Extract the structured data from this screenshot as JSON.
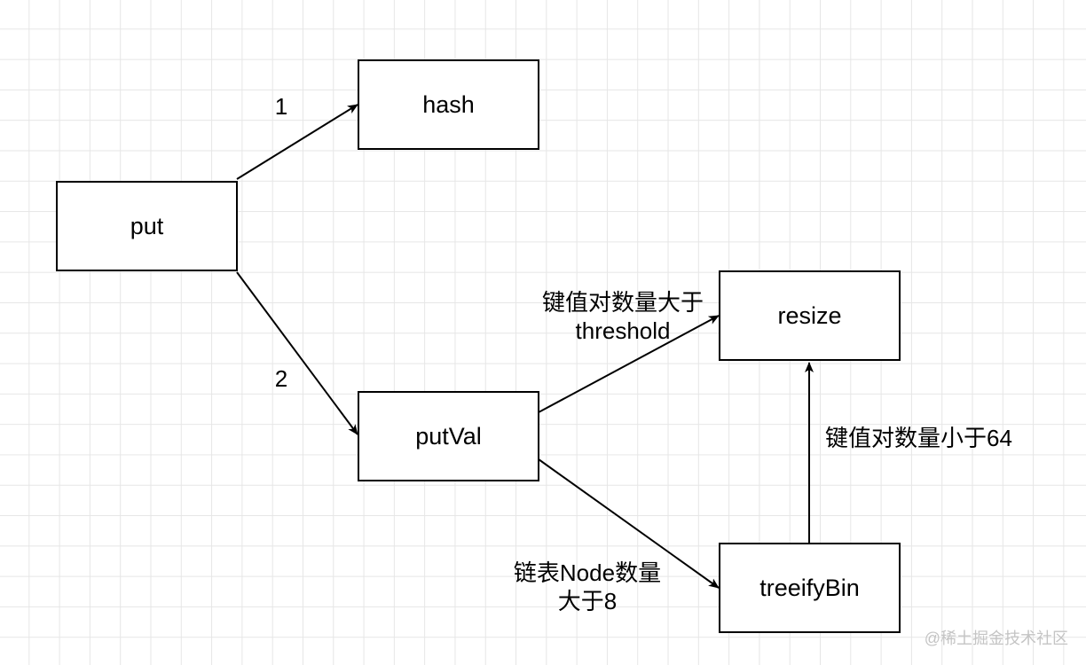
{
  "nodes": {
    "put": "put",
    "hash": "hash",
    "putVal": "putVal",
    "resize": "resize",
    "treeifyBin": "treeifyBin"
  },
  "edges": {
    "put_hash": "1",
    "put_putVal": "2",
    "putVal_resize": [
      "键值对数量大于",
      "threshold"
    ],
    "putVal_treeifyBin": [
      "链表Node数量",
      "大于8"
    ],
    "treeifyBin_resize": "键值对数量小于64"
  },
  "watermark": "@稀土掘金技术社区",
  "colors": {
    "stroke": "#000000",
    "grid": "#e6e6e6",
    "background": "#ffffff",
    "watermark": "#c4c4c4"
  }
}
